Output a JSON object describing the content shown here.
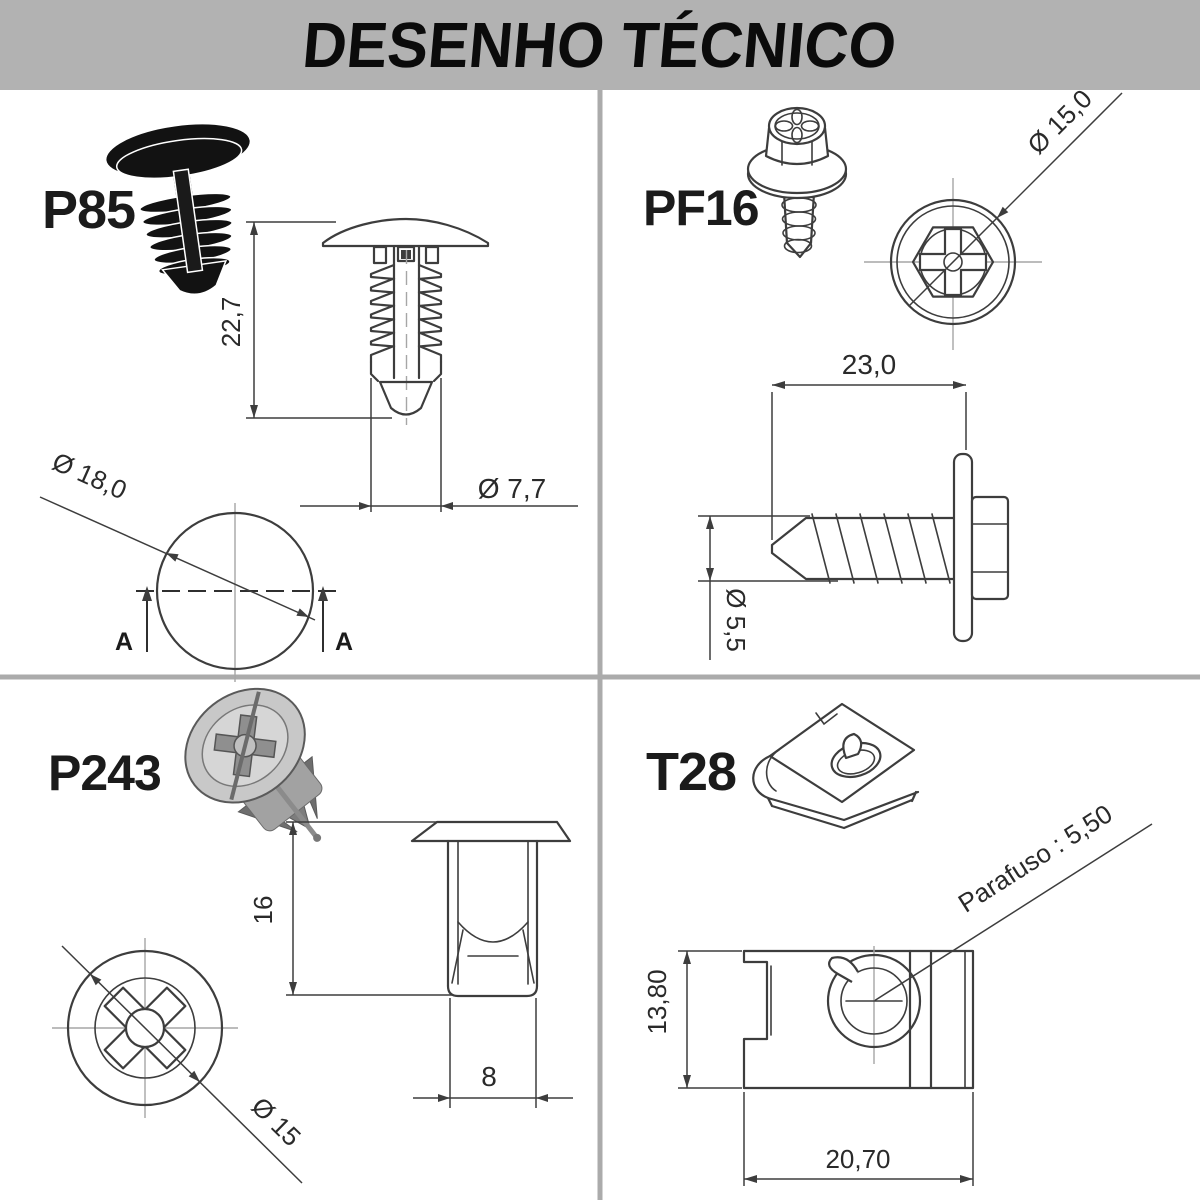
{
  "header": {
    "title": "DESENHO TÉCNICO"
  },
  "parts": {
    "p85": {
      "label": "P85",
      "height": "22,7",
      "fin_diameter": "Ø 7,7",
      "head_diameter": "Ø 18,0",
      "section_marker": "A"
    },
    "pf16": {
      "label": "PF16",
      "washer_diameter": "Ø 15,0",
      "length": "23,0",
      "thread_diameter": "Ø 5,5"
    },
    "p243": {
      "label": "P243",
      "height": "16",
      "body_width": "8",
      "flange_diameter": "Ø 15"
    },
    "t28": {
      "label": "T28",
      "screw_note": "Parafuso : 5,50",
      "height": "13,80",
      "width": "20,70"
    }
  },
  "colors": {
    "banner": "#b2b2b2",
    "line": "#3d3d3d",
    "divider": "#ababab",
    "pictorial_black": "#121212"
  }
}
